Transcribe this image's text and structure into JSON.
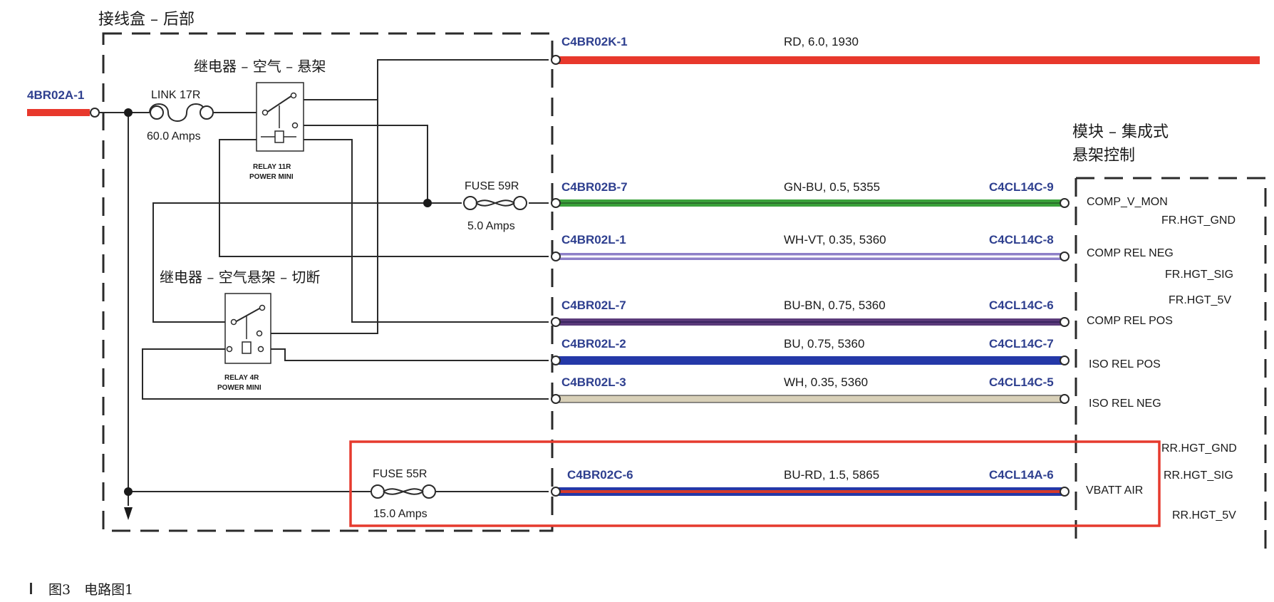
{
  "titles": {
    "junction_box": "接线盒 – 后部",
    "relay_air_susp": "继电器 – 空气 – 悬架",
    "relay_cutoff": "继电器 – 空气悬架 – 切断",
    "module_line1": "模块 – 集成式",
    "module_line2": "悬架控制"
  },
  "caption": "图3　电路图1",
  "input_connector": "4BR02A-1",
  "link": {
    "name": "LINK 17R",
    "rating": "60.0 Amps"
  },
  "relay_11r": {
    "line1": "RELAY 11R",
    "line2": "POWER MINI"
  },
  "relay_4r": {
    "line1": "RELAY 4R",
    "line2": "POWER MINI"
  },
  "fuse_59r": {
    "name": "FUSE 59R",
    "rating": "5.0 Amps"
  },
  "fuse_55r": {
    "name": "FUSE 55R",
    "rating": "15.0 Amps"
  },
  "wires": [
    {
      "from": "C4BR02K-1",
      "spec": "RD,  6.0,  1930",
      "to": "",
      "color": "#e8382c"
    },
    {
      "from": "C4BR02B-7",
      "spec": "GN-BU,  0.5,  5355",
      "to": "C4CL14C-9",
      "color": "#3aa13a"
    },
    {
      "from": "C4BR02L-1",
      "spec": "WH-VT,  0.35,  5360",
      "to": "C4CL14C-8",
      "color": "#8e80c8"
    },
    {
      "from": "C4BR02L-7",
      "spec": "BU-BN,  0.75,  5360",
      "to": "C4CL14C-6",
      "color": "#5a3a7a"
    },
    {
      "from": "C4BR02L-2",
      "spec": "BU,  0.75,  5360",
      "to": "C4CL14C-7",
      "color": "#2438a8"
    },
    {
      "from": "C4BR02L-3",
      "spec": "WH,  0.35,  5360",
      "to": "C4CL14C-5",
      "color": "#d8d0b8"
    },
    {
      "from": "C4BR02C-6",
      "spec": "BU-RD,  1.5,  5865",
      "to": "C4CL14A-6",
      "color": "#d63a2c"
    }
  ],
  "module_pins": {
    "comp_v_mon": "COMP_V_MON",
    "fr_hgt_gnd": "FR.HGT_GND",
    "comp_rel_neg": "COMP REL NEG",
    "fr_hgt_sig": "FR.HGT_SIG",
    "fr_hgt_5v": "FR.HGT_5V",
    "comp_rel_pos": "COMP REL POS",
    "iso_rel_pos": "ISO REL POS",
    "iso_rel_neg": "ISO REL NEG",
    "rr_hgt_gnd": "RR.HGT_GND",
    "rr_hgt_sig": "RR.HGT_SIG",
    "vbatt_air": "VBATT AIR",
    "rr_hgt_5v": "RR.HGT_5V"
  },
  "colors": {
    "feed_red": "#e8382c",
    "highlight_box": "#e63a2e",
    "label_blue": "#2e3f8f",
    "conductor": "#2a2a2a"
  }
}
